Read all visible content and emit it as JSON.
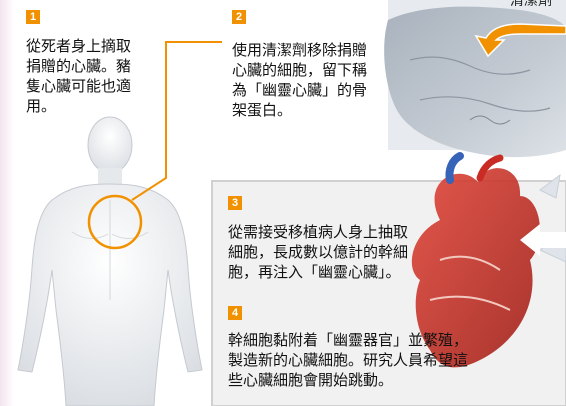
{
  "steps": [
    {
      "number": "1",
      "lines": [
        "從死者身上摘取",
        "捐贈的心臟。豬",
        "隻心臟可能也適",
        "用。"
      ]
    },
    {
      "number": "2",
      "lines": [
        "使用清潔劑移除捐贈",
        "心臟的細胞，留下稱",
        "為「幽靈心臟」的骨",
        "架蛋白。"
      ]
    },
    {
      "number": "3",
      "lines": [
        "從需接受移植病人身上抽取",
        "細胞，長成數以億計的幹細",
        "胞，再注入「幽靈心臟」。"
      ]
    },
    {
      "number": "4",
      "lines": [
        "幹細胞黏附着「幽靈器官」並繁殖，",
        "製造新的心臟細胞。研究人員希望這",
        "些心臟細胞會開始跳動。"
      ]
    }
  ],
  "top_right_label": "清潔劑",
  "colors": {
    "badge": "#f29100",
    "callout_line": "#f29100",
    "text": "#111111"
  }
}
